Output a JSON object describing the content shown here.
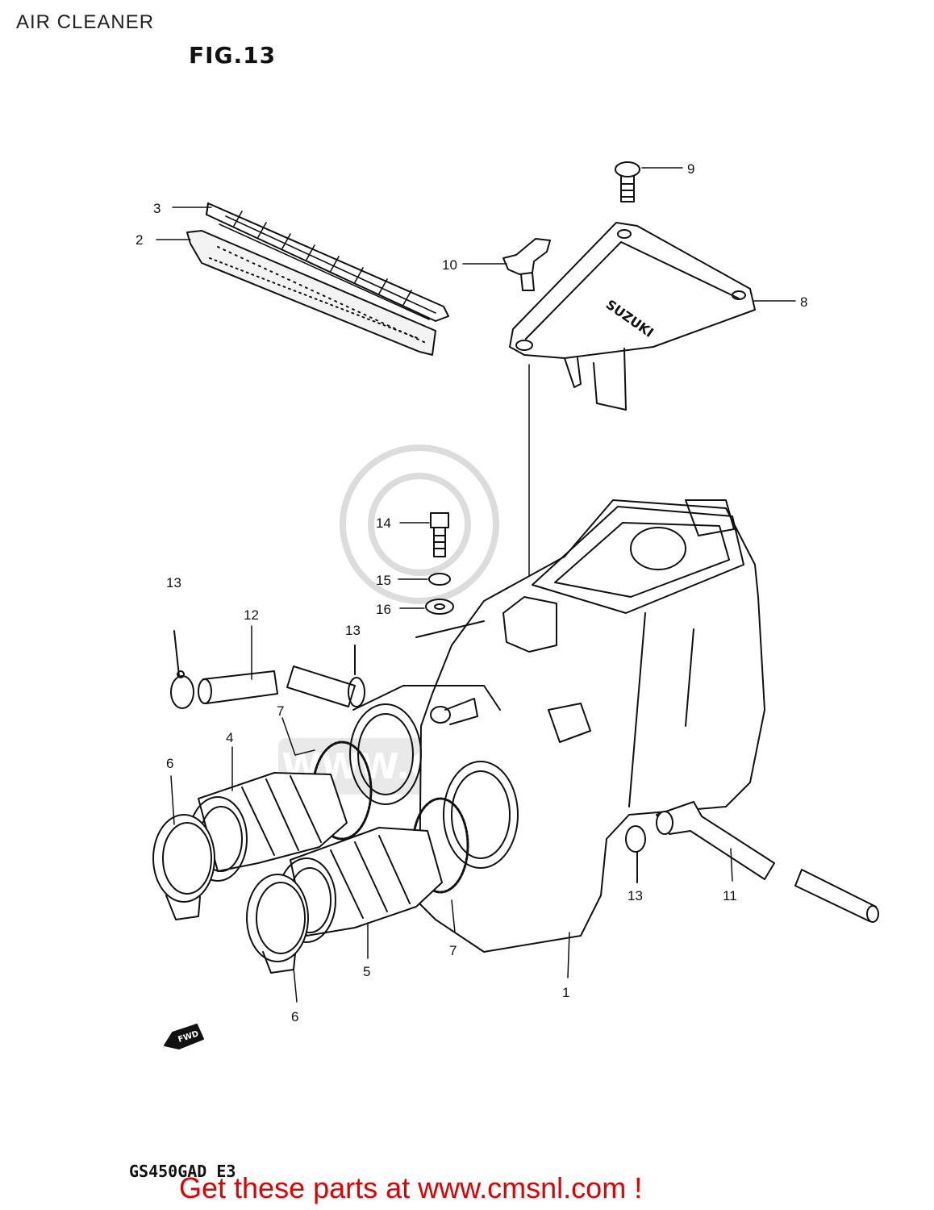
{
  "page": {
    "title": "AIR CLEANER",
    "figure": "FIG.13",
    "model": "GS450GAD E3",
    "promo": "Get these parts at www.cmsnl.com !",
    "watermark": "WWW.CMSNL.COM"
  },
  "direction_arrow": "FWD",
  "part_labels": [
    {
      "name": "callout-1",
      "text": "1"
    },
    {
      "name": "callout-2",
      "text": "2"
    },
    {
      "name": "callout-3",
      "text": "3"
    },
    {
      "name": "callout-4",
      "text": "4"
    },
    {
      "name": "callout-5",
      "text": "5"
    },
    {
      "name": "callout-6a",
      "text": "6"
    },
    {
      "name": "callout-6b",
      "text": "6"
    },
    {
      "name": "callout-7a",
      "text": "7"
    },
    {
      "name": "callout-7b",
      "text": "7"
    },
    {
      "name": "callout-8",
      "text": "8"
    },
    {
      "name": "callout-9",
      "text": "9"
    },
    {
      "name": "callout-10",
      "text": "10"
    },
    {
      "name": "callout-11",
      "text": "11"
    },
    {
      "name": "callout-12",
      "text": "12"
    },
    {
      "name": "callout-13a",
      "text": "13"
    },
    {
      "name": "callout-13b",
      "text": "13"
    },
    {
      "name": "callout-13c",
      "text": "13"
    },
    {
      "name": "callout-14",
      "text": "14"
    },
    {
      "name": "callout-15",
      "text": "15"
    },
    {
      "name": "callout-16",
      "text": "16"
    }
  ],
  "cover_logo": "SUZUKI"
}
